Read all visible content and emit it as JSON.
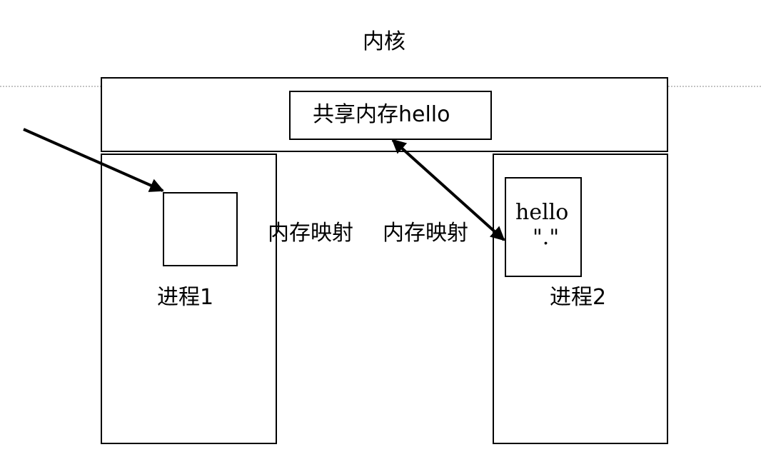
{
  "kernel": {
    "title": "内核"
  },
  "shared_memory": {
    "label": "共享内存hello"
  },
  "mappings": {
    "left_label": "内存映射",
    "right_label": "内存映射"
  },
  "process1": {
    "label": "进程1"
  },
  "process2": {
    "label": "进程2",
    "content_line1": "hello",
    "content_line2": "\".\""
  },
  "colors": {
    "stroke": "#000000",
    "guide": "#888888",
    "background": "#ffffff"
  }
}
